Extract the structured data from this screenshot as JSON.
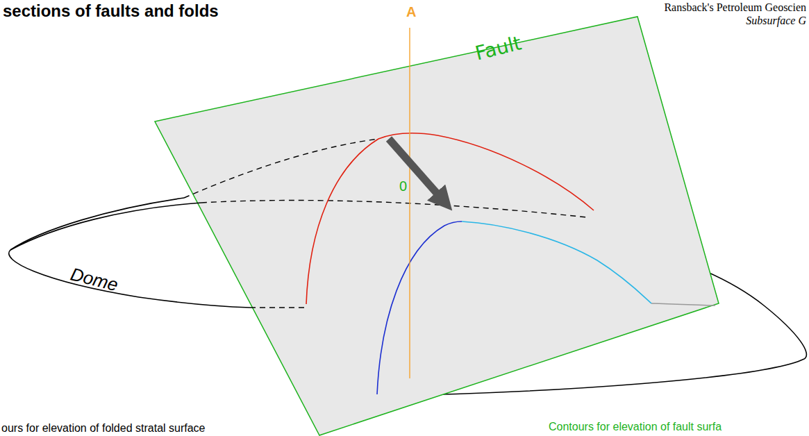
{
  "diagram": {
    "title": "sections of faults and folds",
    "labels": [
      "Ransback's Petroleum Geoscien",
      "Subsurface G",
      "A",
      "Fault",
      "0",
      "Dome",
      "ours for elevation of folded stratal surface",
      "Contours for elevation of fault surfa"
    ]
  }
}
